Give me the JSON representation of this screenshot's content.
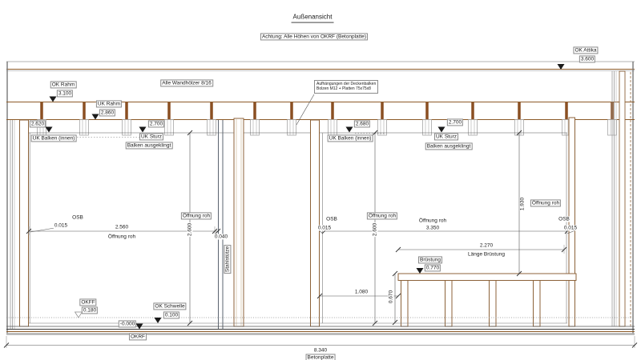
{
  "header": {
    "title": "Außenansicht",
    "notice": "Achtung: Alle Höhen von OKRF (Betonplatte)"
  },
  "notes": {
    "wall_timbers": "Alle Wandhölzer 8/16",
    "hanger_line1": "Aufhängungen der Deckenbalken",
    "hanger_line2": "Bolzen M12 + Platten 75x75x8",
    "steel_column": "Stahlstütze"
  },
  "levels": {
    "ok_attika": {
      "label": "OK Attika",
      "value": "3.600"
    },
    "ok_rahm": {
      "label": "OK Rahm",
      "value": "3.100"
    },
    "uk_rahm": {
      "label": "UK Rahm",
      "value": "2.860"
    },
    "uk_balken_left": {
      "label": "UK Balken (innen)",
      "value": "2.620"
    },
    "uk_sturz_left": {
      "label": "UK Sturz",
      "value": "2.700",
      "note": "Balken ausgeklingt"
    },
    "uk_balken_mid": {
      "label": "UK Balken (innen)",
      "value": "2.680"
    },
    "uk_sturz_right": {
      "label": "UK Sturz",
      "value": "2.700",
      "note": "Balken ausgeklingt"
    },
    "bruestung": {
      "label": "Brüstung",
      "value": "0.770"
    },
    "okff": {
      "label": "OKFF",
      "value": "0.180"
    },
    "ok_schwelle": {
      "label": "OK Schwelle",
      "value": "0.100"
    },
    "okrf": {
      "label": "OKRF",
      "value": "-0.000"
    }
  },
  "dimensions": {
    "opening1": {
      "width": "2.560",
      "width_label": "Öffnung roh",
      "height": "2.600",
      "height_label": "Öffnung roh"
    },
    "steel_gap": "0.040",
    "opening2": {
      "width": "3.350",
      "width_label": "Öffnung roh",
      "height": "2.600",
      "height_label": "Öffnung roh",
      "parapet_height": "1.930",
      "parapet_height_label": "Öffnung roh"
    },
    "bruestung_length": {
      "value": "2.270",
      "label": "Länge Brüstung"
    },
    "wall_to_bruestung": "1.080",
    "bruestung_rail_height": "0.670",
    "slab": {
      "value": "8.340",
      "label": "Betonplatte"
    }
  },
  "materials": {
    "osb": "OSB",
    "osb_thickness": "0.015"
  }
}
